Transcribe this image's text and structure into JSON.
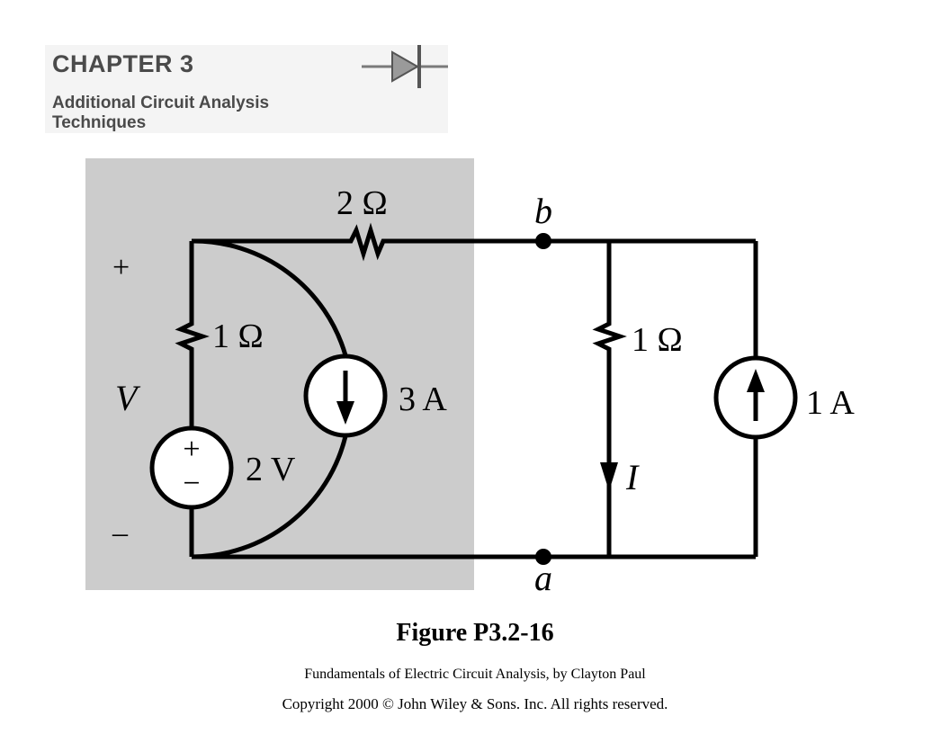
{
  "header": {
    "chapter": "CHAPTER 3",
    "subtitle_line1": "Additional Circuit Analysis",
    "subtitle_line2": "Techniques",
    "logo_icon": "diode-icon"
  },
  "circuit": {
    "resistor_top": "2 Ω",
    "resistor_left": "1 Ω",
    "resistor_middle": "1 Ω",
    "current_source_left": "3 A",
    "current_source_right": "1 A",
    "voltage_source": "2 V",
    "voltage_plus": "+",
    "voltage_minus": "−",
    "terminal_plus": "+",
    "terminal_minus": "–",
    "voltage_label": "V",
    "current_label": "I",
    "node_b": "b",
    "node_a": "a",
    "shading_color": "#cccccc"
  },
  "caption": {
    "figure": "Figure P3.2-16",
    "book": "Fundamentals of Electric Circuit Analysis, by Clayton Paul",
    "copyright": "Copyright 2000 © John Wiley & Sons. Inc. All rights reserved."
  }
}
